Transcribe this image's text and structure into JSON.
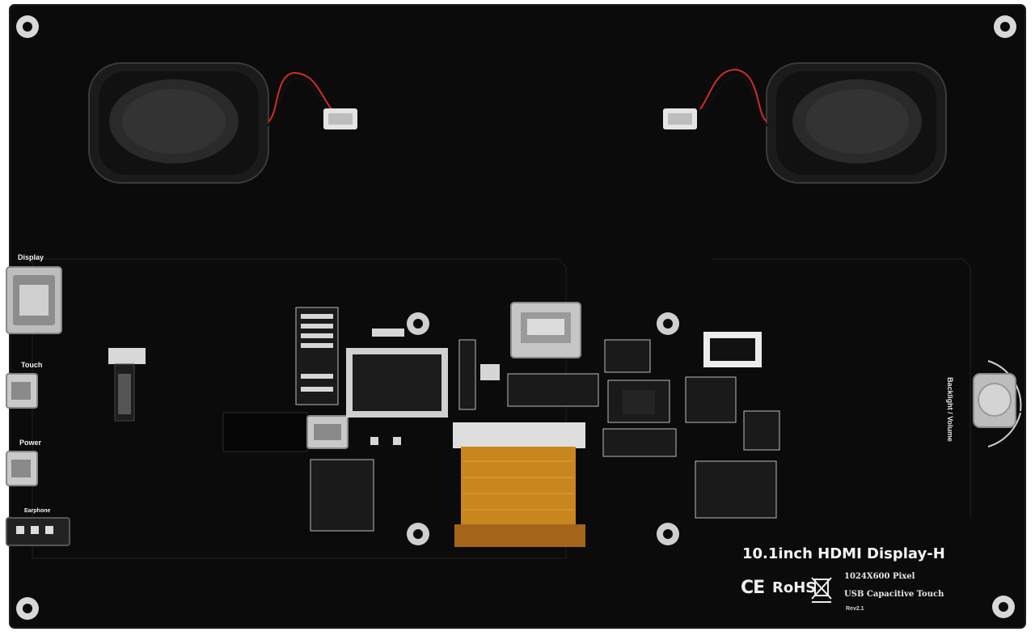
{
  "product": {
    "title": "10.1inch HDMI Display-H",
    "resolution": "1024X600 Pixel",
    "touch": "USB Capacitive Touch",
    "revision": "Rev2.1"
  },
  "ports": {
    "display": "Display",
    "touch": "Touch",
    "power": "Power",
    "earphone": "Earphone"
  },
  "controls": {
    "backlight_volume": "Backlight / Volume"
  },
  "certifications": {
    "ce": "CE",
    "rohs": "RoHS"
  },
  "colors": {
    "board": "#0b0b0b",
    "silkscreen": "#f2f2f2",
    "fpc": "#c9861e",
    "cable_red": "#d22b2b"
  }
}
